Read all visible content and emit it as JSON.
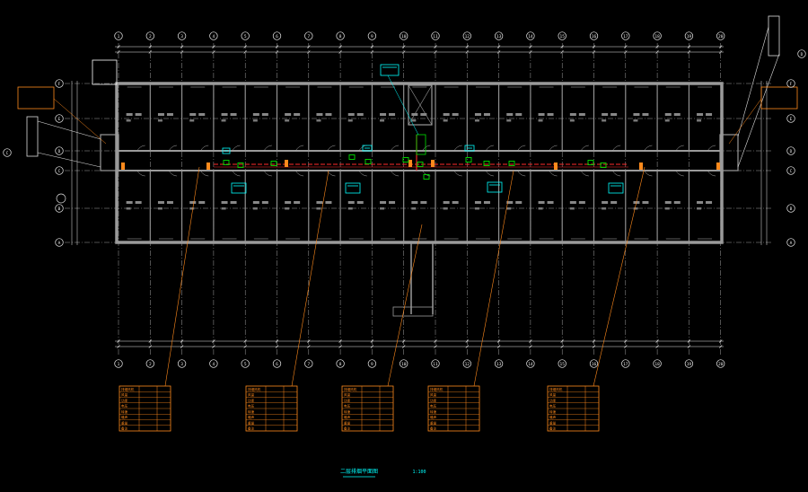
{
  "drawing": {
    "title": "二层排烟平面图",
    "scale": "1:100"
  },
  "axes": {
    "columns": [
      "1",
      "2",
      "3",
      "4",
      "5",
      "6",
      "7",
      "8",
      "9",
      "10",
      "11",
      "12",
      "13",
      "14",
      "15",
      "16",
      "17",
      "18",
      "19",
      "20"
    ],
    "rows_left": [
      "F",
      "E",
      "D",
      "C",
      "B",
      "A"
    ],
    "rows_right": [
      "F",
      "E",
      "D",
      "C",
      "B",
      "A"
    ]
  },
  "schedules": [
    {
      "id": "s1",
      "rows": [
        "排烟风机",
        "风量",
        "功率",
        "电压",
        "转速",
        "噪声",
        "重量",
        "备注"
      ]
    },
    {
      "id": "s2",
      "rows": [
        "排烟风机",
        "风量",
        "功率",
        "电压",
        "转速",
        "噪声",
        "重量",
        "备注"
      ]
    },
    {
      "id": "s3",
      "rows": [
        "排烟风机",
        "风量",
        "功率",
        "电压",
        "转速",
        "噪声",
        "重量",
        "备注"
      ]
    },
    {
      "id": "s4",
      "rows": [
        "排烟风机",
        "风量",
        "功率",
        "电压",
        "转速",
        "噪声",
        "重量",
        "备注"
      ]
    },
    {
      "id": "s5",
      "rows": [
        "排烟风机",
        "风量",
        "功率",
        "电压",
        "转速",
        "噪声",
        "重量",
        "备注"
      ]
    }
  ],
  "colors": {
    "background": "#000000",
    "wall": "#9a9a9a",
    "grid": "#e8e8e8",
    "smoke_duct": "#ff2a2a",
    "equipment": "#00e000",
    "tag": "#00ffff",
    "leader": "#ff8a1c",
    "title": "#00ffff"
  }
}
